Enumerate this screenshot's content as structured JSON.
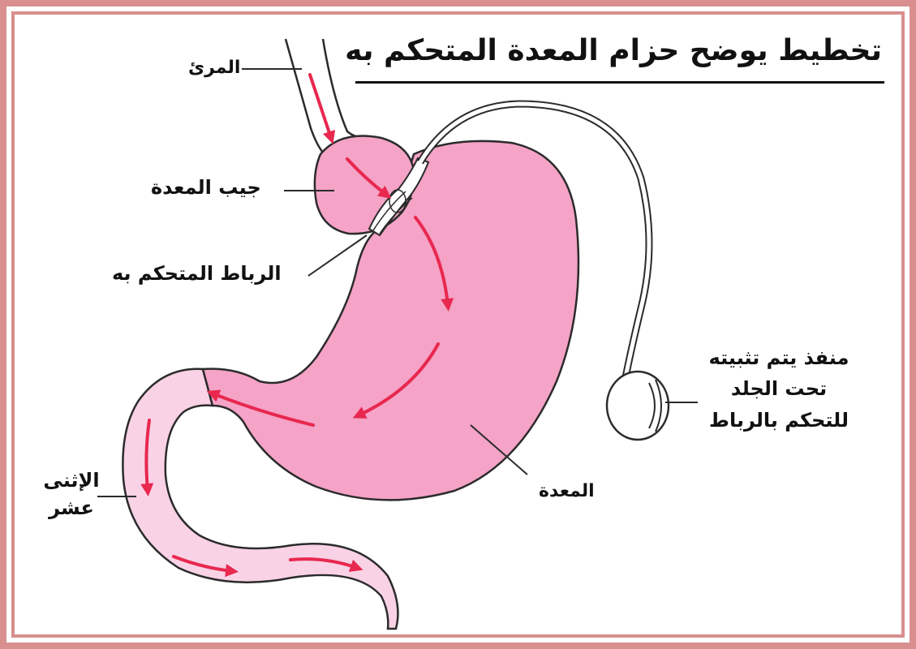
{
  "title": "تخطيط يوضح حزام المعدة المتحكم به",
  "labels": {
    "esophagus": "المرئ",
    "gastric_pouch": "جيب المعدة",
    "adjustable_band": "الرباط المتحكم به",
    "port_lines": [
      "منفذ يتم تثبيته",
      "تحت الجلد",
      "للتحكم بالرباط"
    ],
    "stomach": "المعدة",
    "duodenum_lines": [
      "الإثنى",
      "عشر"
    ]
  },
  "colors": {
    "frame": "#d98f8f",
    "stomach_fill": "#f5a3c7",
    "duodenum_fill": "#f9d2e6",
    "arrow": "#e8284f",
    "outline": "#2b2b2b"
  }
}
